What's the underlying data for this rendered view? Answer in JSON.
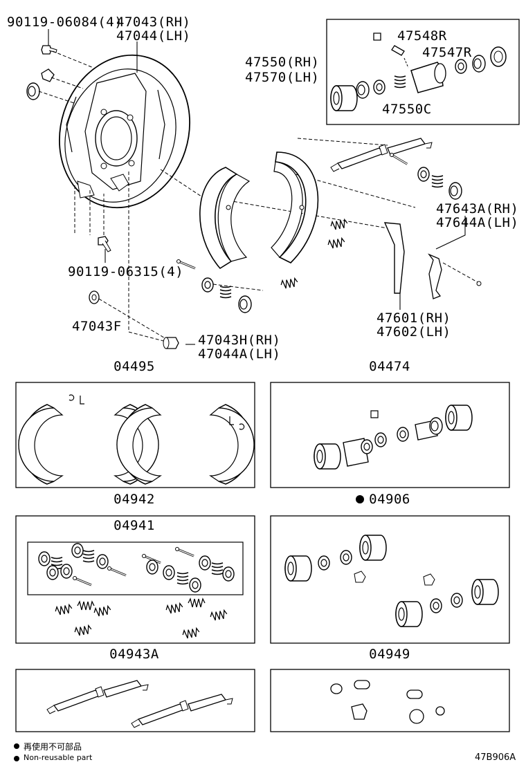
{
  "callouts": {
    "bolt_top": "90119-06084(4)",
    "plate_rh": "47043(RH)",
    "plate_lh": "47044(LH)",
    "wheel_cyl_rh": "47550(RH)",
    "wheel_cyl_lh": "47570(LH)",
    "bleeder_plug": "47548R",
    "bleeder_screw": "47547R",
    "cyl_kit": "47550C",
    "adjuster_rh": "47643A(RH)",
    "adjuster_lh": "47644A(LH)",
    "bolt_bottom": "90119-06315(4)",
    "hole_plug": "47043F",
    "lever_rh": "47601(RH)",
    "lever_lh": "47602(LH)",
    "plug_rh": "47043H(RH)",
    "plug_lh": "47044A(LH)"
  },
  "kits": {
    "k04495": "04495",
    "k04474": "04474",
    "k04942": "04942",
    "k04941": "04941",
    "k04906": "04906",
    "k04943a": "04943A",
    "k04949": "04949"
  },
  "legend": {
    "japanese": "再使用不可部品",
    "english": "Non-reusable part"
  },
  "diagram_code": "47B906A"
}
